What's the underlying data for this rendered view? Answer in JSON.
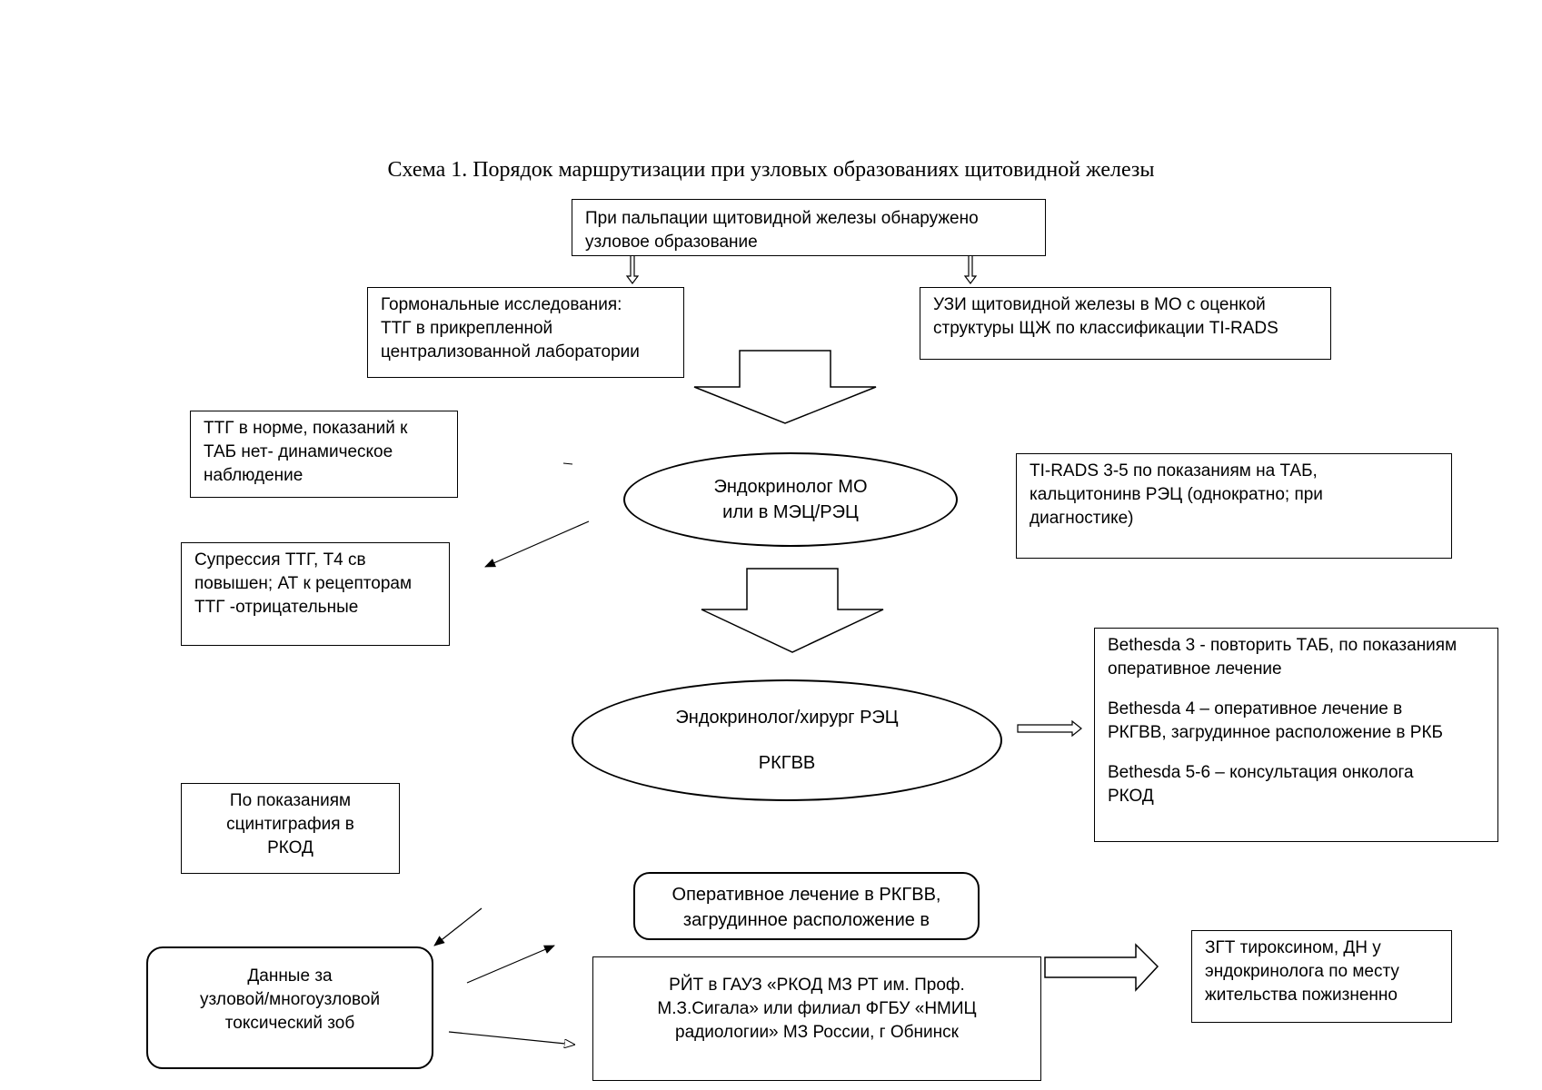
{
  "title": "Схема 1. Порядок маршрутизации при узловых образованиях щитовидной железы",
  "nodes": {
    "palpation": {
      "lines": [
        "При пальпации щитовидной железы  обнаружено",
        "узловое образование"
      ]
    },
    "hormonal": {
      "lines": [
        "Гормональные исследования:",
        "ТТГ в прикрепленной",
        "централизованной лаборатории"
      ]
    },
    "ultrasound": {
      "lines": [
        "УЗИ щитовидной железы в МО с оценкой",
        "структуры ЩЖ по классификации TI-RADS"
      ]
    },
    "tsh_normal": {
      "lines": [
        "ТТГ в норме, показаний к",
        "ТАБ нет- динамическое",
        "наблюдение"
      ]
    },
    "endocrinologist_mo": {
      "lines": [
        "Эндокринолог МО",
        "или в МЭЦ/РЭЦ"
      ]
    },
    "tirads": {
      "lines": [
        "TI-RADS 3-5 по показаниям на ТАБ,",
        "кальцитонинв РЭЦ (однократно; при",
        "диагностике)"
      ]
    },
    "suppression": {
      "lines": [
        "Супрессия ТТГ, Т4 св",
        "повышен; АТ к рецепторам",
        "ТТГ -отрицательные"
      ]
    },
    "endocrinologist_surgeon": {
      "line1": "Эндокринолог/хирург РЭЦ",
      "line2": "РКГВВ"
    },
    "bethesda": {
      "paragraphs": [
        {
          "lines": [
            "Bethesda 3 - повторить ТАБ, по показаниям",
            "оперативное лечение"
          ]
        },
        {
          "lines": [
            "Bethesda  4 – оперативное лечение в",
            "РКГВВ, загрудинное расположение в РКБ"
          ]
        },
        {
          "lines": [
            "Bethesda  5-6 – консультация онколога",
            "РКОД"
          ]
        }
      ]
    },
    "scintigraphy": {
      "lines": [
        "По показаниям",
        "сцинтиграфия в",
        "РКОД"
      ]
    },
    "surgery": {
      "lines": [
        "Оперативное лечение в РКГВВ,",
        "загрудинное расположение в"
      ]
    },
    "toxic_goiter": {
      "lines": [
        "Данные за",
        "узловой/многоузловой",
        "токсический зоб"
      ]
    },
    "rit": {
      "lines": [
        "РЙТ в ГАУЗ «РКОД МЗ РТ им. Проф.",
        "М.З.Сигала» или филиал ФГБУ «НМИЦ",
        "радиологии» МЗ России, г Обнинск"
      ]
    },
    "hrt": {
      "lines": [
        "ЗГТ тироксином, ДН у",
        "эндокринолога по месту",
        "жительства пожизненно"
      ]
    }
  },
  "colors": {
    "stroke": "#000000",
    "background": "#ffffff"
  }
}
